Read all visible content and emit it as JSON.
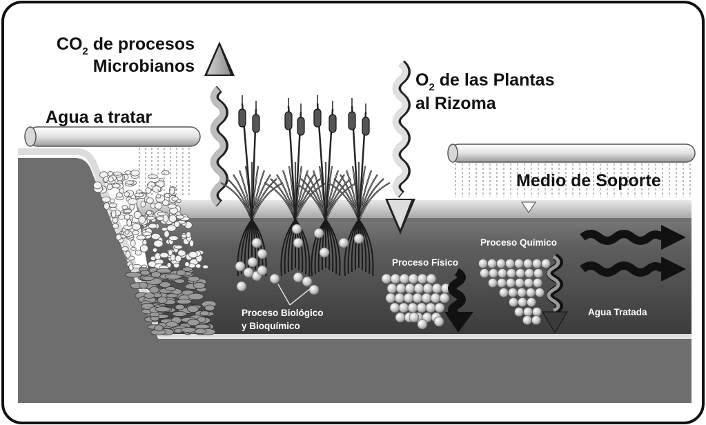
{
  "labels": {
    "co2_prefix": "CO",
    "co2_subscript": "2",
    "co2_rest": " de procesos",
    "co2_line2": "Microbianos",
    "o2_prefix": "O",
    "o2_subscript": "2",
    "o2_rest": " de las Plantas",
    "o2_line2": "al Rizoma",
    "agua_a_tratar": "Agua a tratar",
    "medio_de_soporte": "Medio de Soporte",
    "proceso_biologico_line1": "Proceso Biológico",
    "proceso_biologico_line2": "y Bioquímico",
    "proceso_fisico": "Proceso Físico",
    "proceso_quimico": "Proceso Químico",
    "agua_tratada": "Agua Tratada"
  },
  "colors": {
    "background": "#ffffff",
    "frame": "#111111",
    "ground": "#6e6e6e",
    "water_top": "#cfcfcf",
    "water_deep": "#4a4a4a",
    "pipe": "#e6e6e6"
  }
}
